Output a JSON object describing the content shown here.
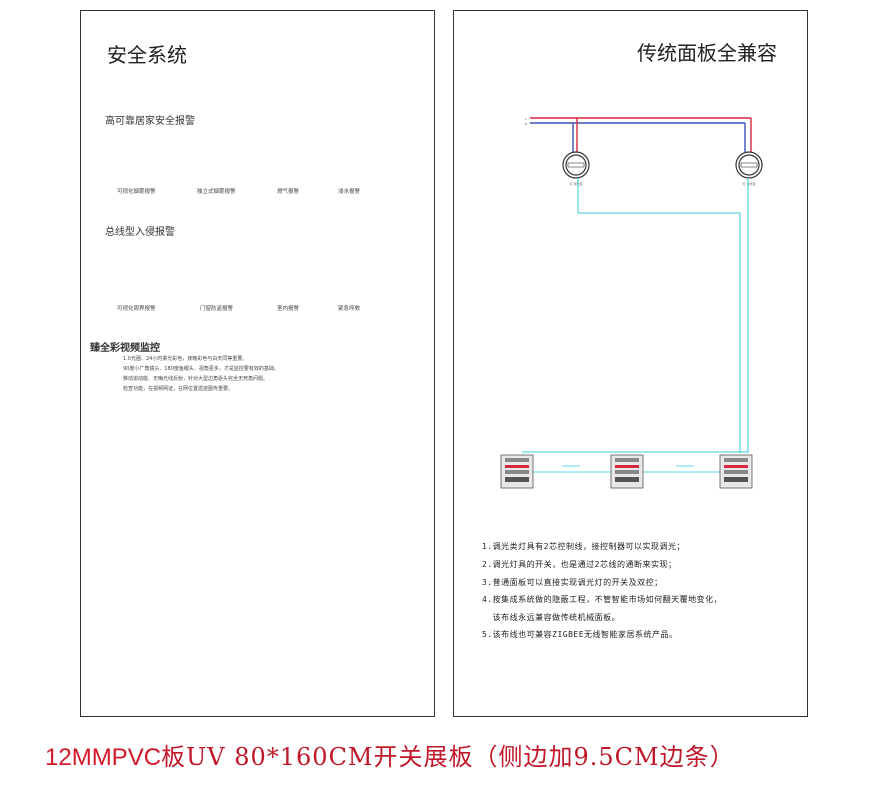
{
  "left": {
    "title": "安全系统",
    "section1": {
      "heading": "高可靠居家安全报警",
      "items": [
        "可视化烟雾报警",
        "独立式烟雾报警",
        "燃气报警",
        "浸水报警"
      ]
    },
    "section2": {
      "heading": "总线型入侵报警",
      "items": [
        "可视化周界报警",
        "门窗防盗报警",
        "室内报警",
        "紧急呼救"
      ]
    },
    "section3": {
      "heading": "臻全彩视频监控",
      "lines": [
        "1.0光圈、24小时柔光彩色，夜晚彩色与白天同等重要。",
        "90度小广角镜头、180度鱼眼头、视角更多，才是监控要有效的基础。",
        "移动追动能、无晦光线反射，针对大型边角逐头完全无死角问题。",
        "检查功能，在视频网证，在网位置遗迹图传重要。"
      ]
    }
  },
  "right": {
    "title": "传统面板全兼容",
    "diagram": {
      "lamp_labels": [
        "灯 调光控",
        "灯 调光控"
      ],
      "line_colors": {
        "live": "#d7263d",
        "neutral": "#3b4fb8",
        "control": "#5fd6e0"
      }
    },
    "notes": [
      "1.调光类灯具有2芯控制线，接控制器可以实现调光；",
      "2.调光灯具的开关，也是通过2芯线的通断来实现；",
      "3.普通面板可以直接实现调光灯的开关及双控；",
      "4.按集成系统做的隐蔽工程，不管智能市场如何翻天覆地变化，",
      "  该布线永远兼容做传统机械面板。",
      "5.该布线也可兼容ZIGBEE无线智能家居系统产品。"
    ]
  },
  "caption": {
    "part1": "12MMPVC",
    "part2": "板UV 80*160CM开关展板（侧边加9.5CM边条）"
  }
}
